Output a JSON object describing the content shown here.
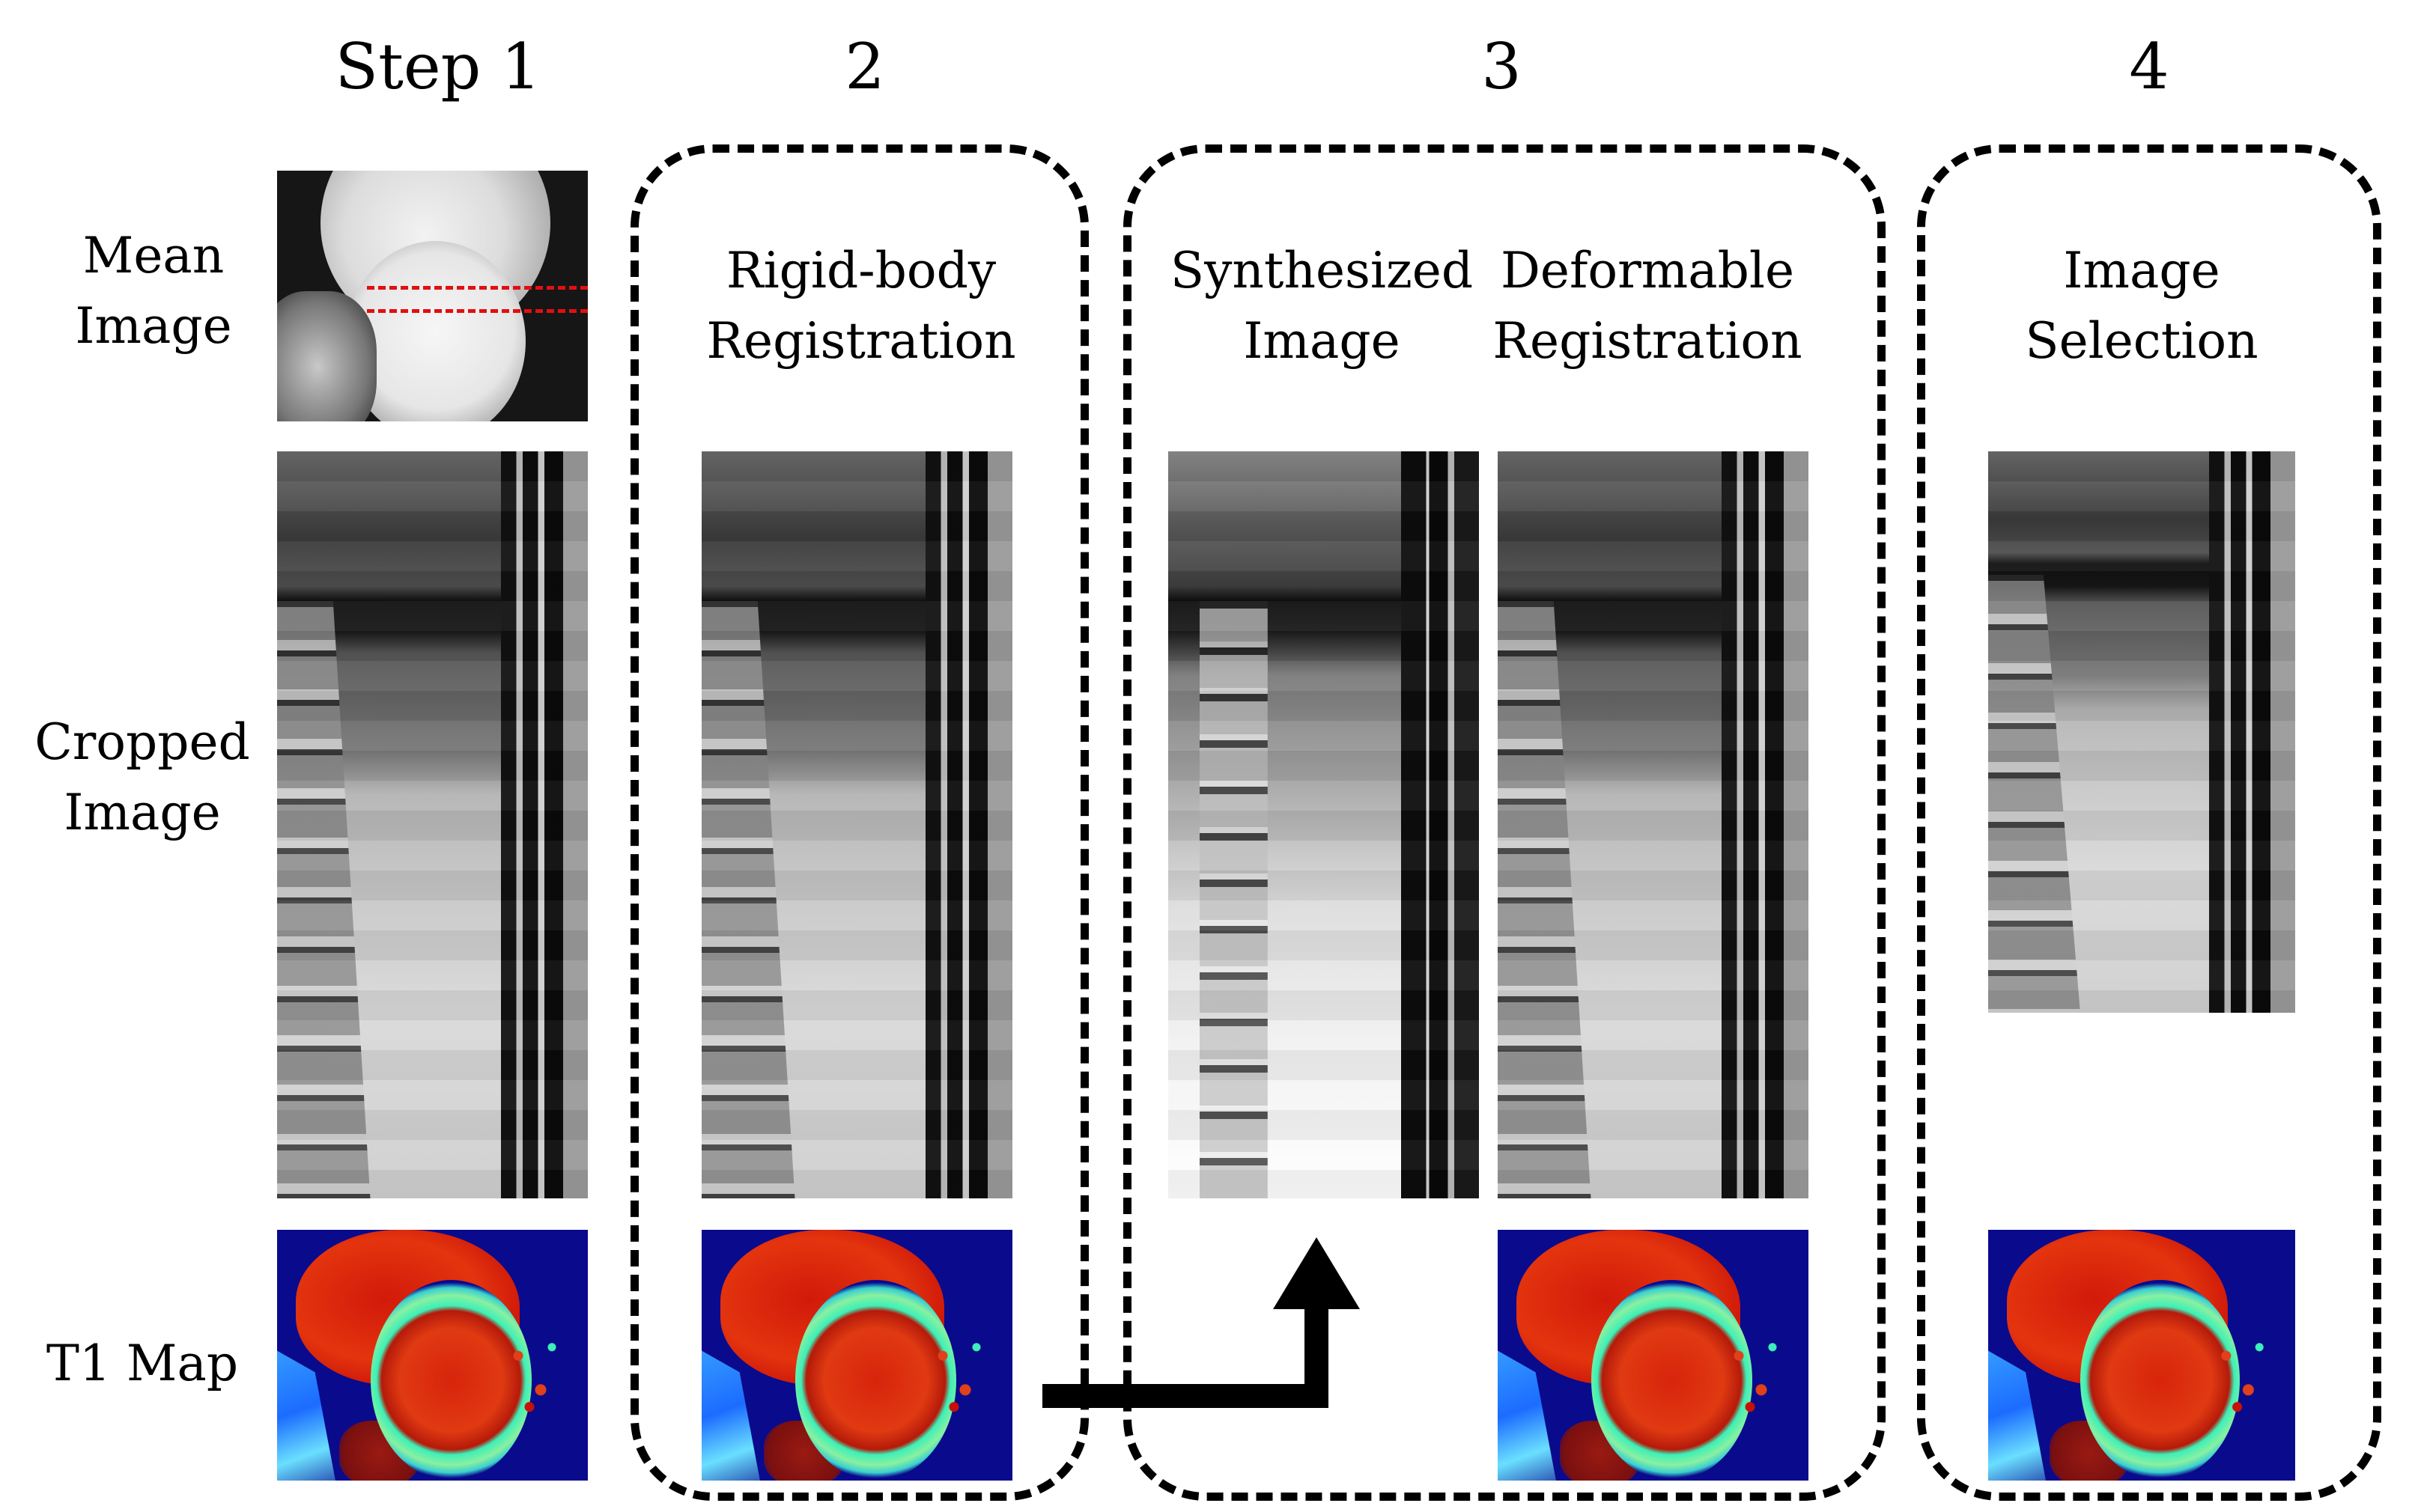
{
  "steps": {
    "step1": "Step 1",
    "step2": "2",
    "step3": "3",
    "step4": "4"
  },
  "rows": {
    "mean_line1": "Mean",
    "mean_line2": "Image",
    "cropped_line1": "Cropped",
    "cropped_line2": "Image",
    "t1": "T1 Map"
  },
  "columns": {
    "rigid_line1": "Rigid-body",
    "rigid_line2": "Registration",
    "synth_line1": "Synthesized",
    "synth_line2": "Image",
    "deform_line1": "Deformable",
    "deform_line2": "Registration",
    "select_line1": "Image",
    "select_line2": "Selection"
  },
  "colors": {
    "dash_border": "#000000",
    "crop_lines": "#e01010",
    "t1_background": "#0a0a8c"
  }
}
